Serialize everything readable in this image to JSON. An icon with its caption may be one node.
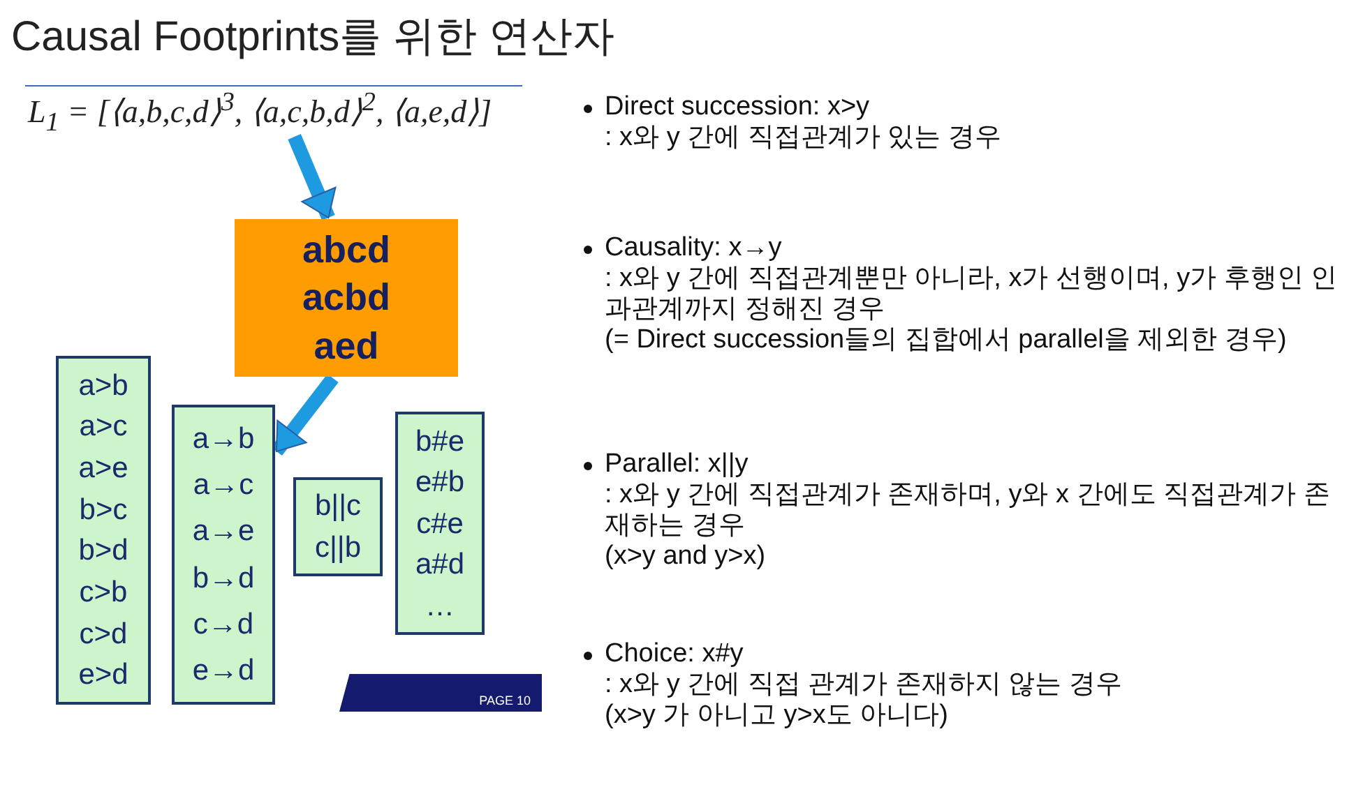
{
  "diagram": {
    "title": "Causal Footprints를 위한 연산자",
    "nodes": [
      {
        "text": [
          "L$_{1}$ = [⟨a,b,c,d⟩$^{3}$, ⟨a,c,b,d⟩$^{2}$, ⟨a,e,d⟩]"
        ]
      },
      {
        "text": [
          "abcd",
          "acbd",
          "aed"
        ]
      },
      {
        "text": [
          "a>b",
          "a>c",
          "a>e",
          "b>c",
          "b>d",
          "c>b",
          "c>d",
          "e>d"
        ]
      },
      {
        "text": [
          "a→b",
          "a→c",
          "a→e",
          "b→d",
          "c→d",
          "e→d"
        ]
      },
      {
        "text": [
          "b||c",
          "c||b"
        ]
      },
      {
        "text": [
          "b#e",
          "e#b",
          "c#e",
          "a#d",
          "…"
        ]
      },
      {
        "text": [
          "PAGE 10"
        ]
      }
    ],
    "edges": [
      {
        "from": 0,
        "to": 1,
        "arrow": "to"
      },
      {
        "from": 1,
        "to": 3,
        "arrow": "to"
      }
    ],
    "labels": [
      "Direct succession: x>y",
      ": x와 y 간에 직접관계가 있는 경우",
      "Causality: x→y",
      ": x와 y 간에 직접관계뿐만 아니라, x가 선행이며, y가 후행인 인과관계까지 정해진 경우",
      "(= Direct succession들의 집합에서 parallel을 제외한 경우)",
      "Parallel: x||y",
      ": x와 y 간에 직접관계가 존재하며, y와 x 간에도 직접관계가 존재하는 경우",
      "(x>y and y>x)",
      "Choice: x#y",
      ": x와 y 간에 직접 관계가 존재하지 않는 경우",
      "(x>y 가 아니고 y>x도 아니다)"
    ]
  }
}
